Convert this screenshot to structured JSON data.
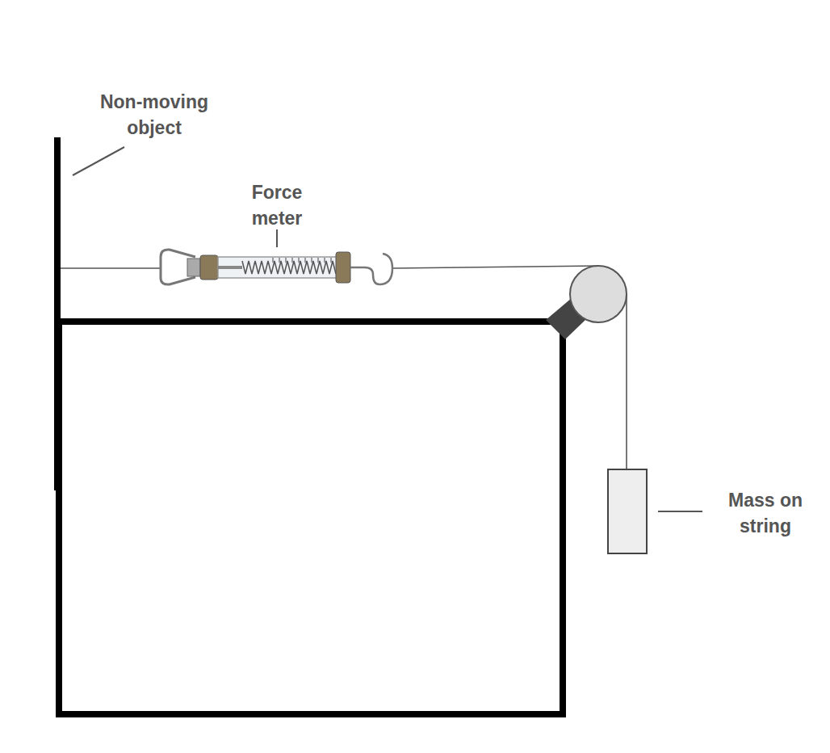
{
  "diagram": {
    "labels": [
      "Non-moving object",
      "Force meter",
      "Mass on string"
    ]
  }
}
